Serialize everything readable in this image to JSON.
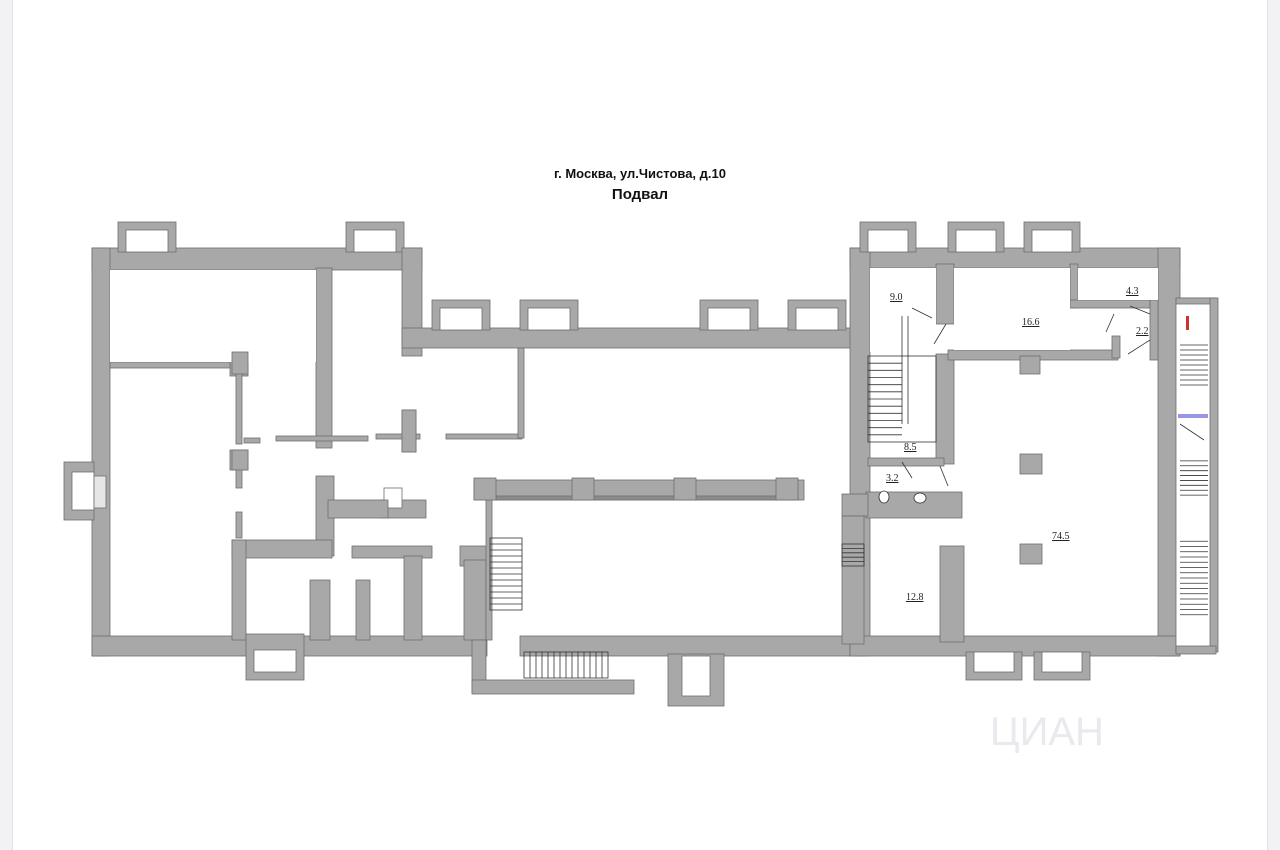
{
  "header": {
    "address": "г. Москва, ул.Чистова, д.10",
    "floor": "Подвал"
  },
  "rooms": [
    {
      "id": "room-9-0",
      "label": "9.0"
    },
    {
      "id": "room-16-6",
      "label": "16.6"
    },
    {
      "id": "room-4-3",
      "label": "4.3"
    },
    {
      "id": "room-2-2",
      "label": "2.2"
    },
    {
      "id": "room-8-5",
      "label": "8.5"
    },
    {
      "id": "room-3-2",
      "label": "3.2"
    },
    {
      "id": "room-74-5",
      "label": "74.5"
    },
    {
      "id": "room-12-8",
      "label": "12.8"
    }
  ],
  "colors": {
    "wall": "#a8a8a8",
    "wall_outline": "#6e6e6e",
    "interior": "#ffffff",
    "marker": "#d0312d",
    "window_glass": "#6b6bd6"
  },
  "watermark": {
    "text": "ЦИАН"
  }
}
